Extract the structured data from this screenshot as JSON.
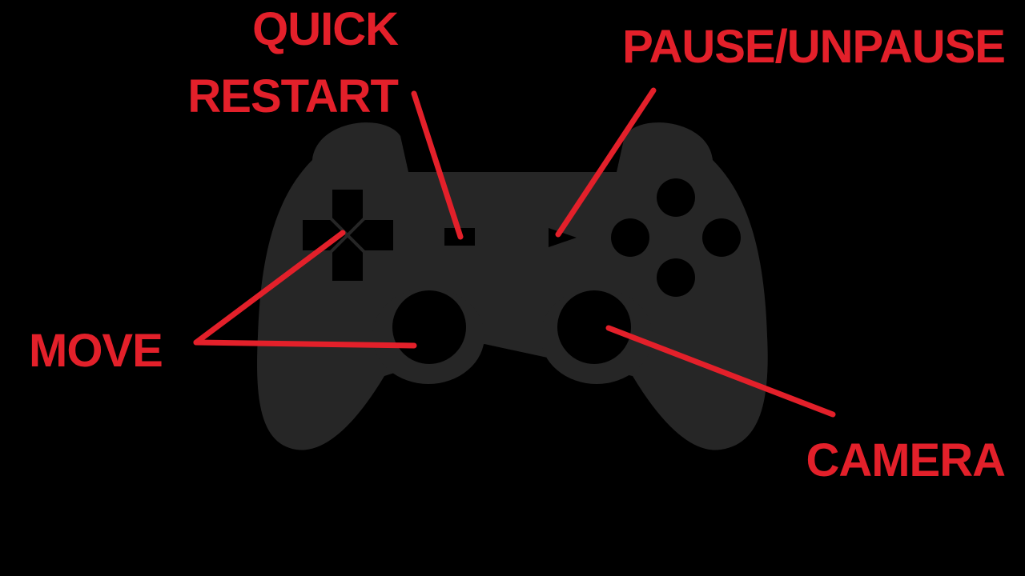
{
  "colors": {
    "background": "#000000",
    "controller": "#262626",
    "controls": "#000000",
    "annotation": "#e3202a"
  },
  "labels": {
    "quick_restart_line1": "QUICK",
    "quick_restart_line2": "RESTART",
    "pause_unpause": "PAUSE/UNPAUSE",
    "move": "MOVE",
    "camera": "CAMERA"
  }
}
